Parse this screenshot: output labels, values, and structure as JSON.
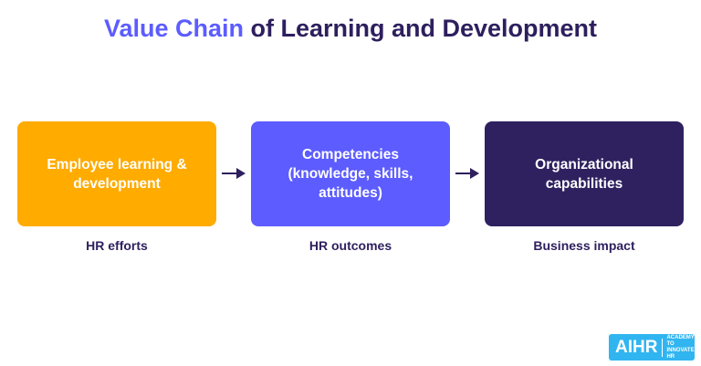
{
  "title": {
    "accent": "Value Chain",
    "rest": " of Learning and Development"
  },
  "steps": [
    {
      "text": "Employee learning & development",
      "label": "HR efforts",
      "color": "#ffab00"
    },
    {
      "text": "Competencies (knowledge, skills, attitudes)",
      "label": "HR outcomes",
      "color": "#5c5cff"
    },
    {
      "text": "Organizational capabilities",
      "label": "Business impact",
      "color": "#2f2160"
    }
  ],
  "colors": {
    "title": "#2e1f5e",
    "accent": "#5c5cff",
    "arrow": "#2e1f5e",
    "logo": "#31b5f0"
  },
  "logo": {
    "big": "AIHR",
    "line1": "ACADEMY TO",
    "line2": "INNOVATE HR"
  }
}
